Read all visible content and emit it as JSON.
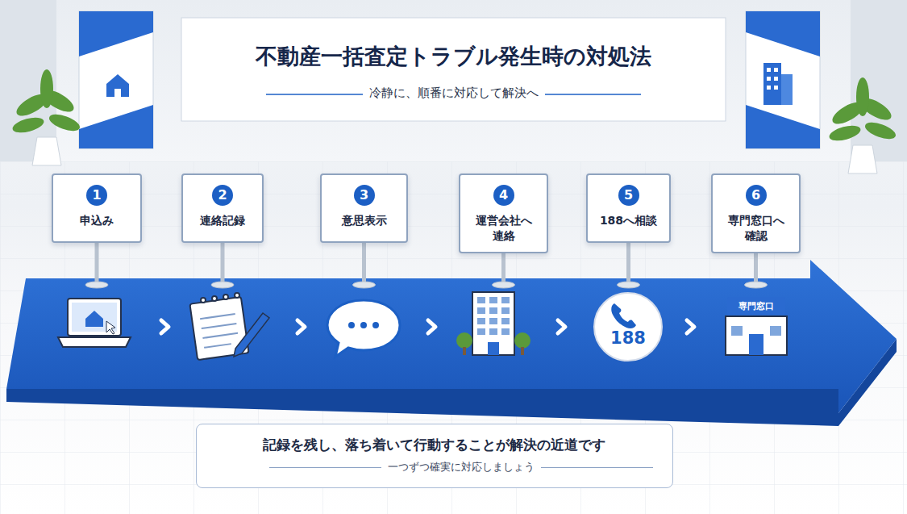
{
  "diagram": {
    "title": "不動産一括査定トラブル発生時の対処法",
    "nodes": [
      {
        "text": [
          "1",
          "申込み"
        ]
      },
      {
        "text": [
          "2",
          "連絡記録"
        ]
      },
      {
        "text": [
          "3",
          "意思表示"
        ]
      },
      {
        "text": [
          "4",
          "運営会社へ 連絡"
        ]
      },
      {
        "text": [
          "5",
          "188へ相談"
        ]
      },
      {
        "text": [
          "6",
          "専門窓口へ 確認"
        ]
      },
      {
        "text": [
          "記録を残し、落ち着いて行動することが解決の近道です",
          "一つずつ確実に対応しましょう"
        ]
      }
    ],
    "labels": [
      "冷静に、順番に対応して解決へ",
      "188",
      "専門窓口"
    ]
  }
}
